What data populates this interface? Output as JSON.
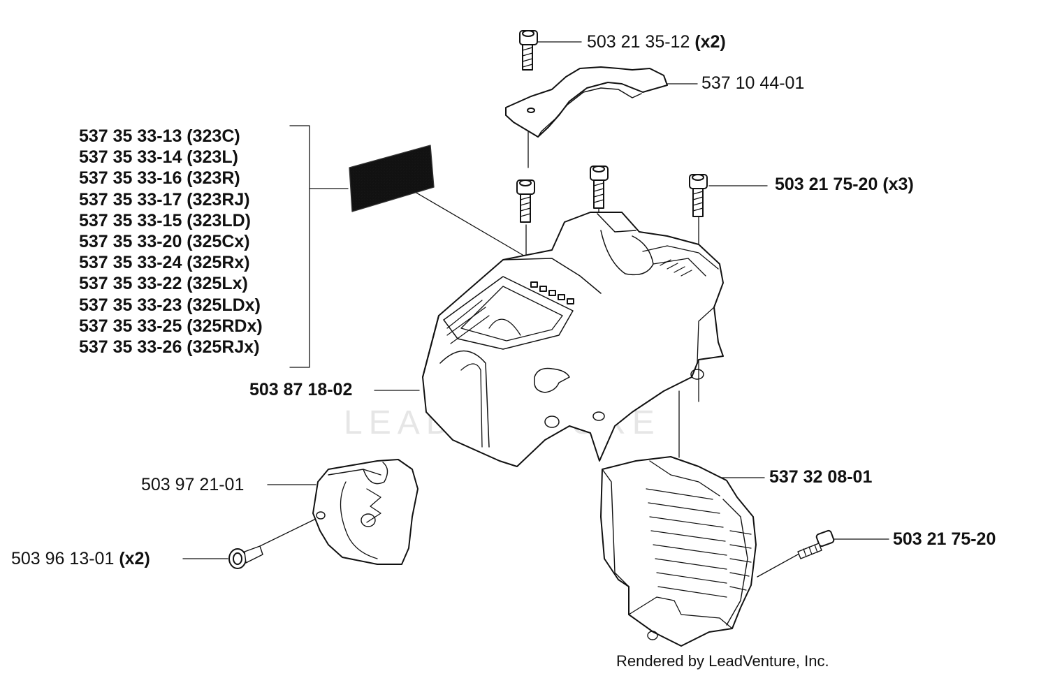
{
  "watermark": "LEADVENTURE",
  "footer": "Rendered by LeadVenture, Inc.",
  "labels": {
    "screw_top": {
      "part": "503 21 35-12",
      "qty": "(x2)"
    },
    "bracket": {
      "part": "537 10 44-01"
    },
    "screws_mid": {
      "part": "503 21 75-20",
      "qty": "(x3)"
    },
    "cover": {
      "part": "503 87 18-02"
    },
    "air_filter_cover": {
      "part": "503 97 21-01"
    },
    "screw_filter": {
      "part": "503 96 13-01",
      "qty": "(x2)"
    },
    "lower_cover": {
      "part": "537 32 08-01"
    },
    "screw_lower": {
      "part": "503 21 75-20"
    }
  },
  "decal_variants": [
    "537 35 33-13 (323C)",
    "537 35 33-14 (323L)",
    "537 35 33-16 (323R)",
    "537 35 33-17 (323RJ)",
    "537 35 33-15 (323LD)",
    "537 35 33-20 (325Cx)",
    "537 35 33-24 (325Rx)",
    "537 35 33-22 (325Lx)",
    "537 35 33-23 (325LDx)",
    "537 35 33-25 (325RDx)",
    "537 35 33-26 (325RJx)"
  ]
}
